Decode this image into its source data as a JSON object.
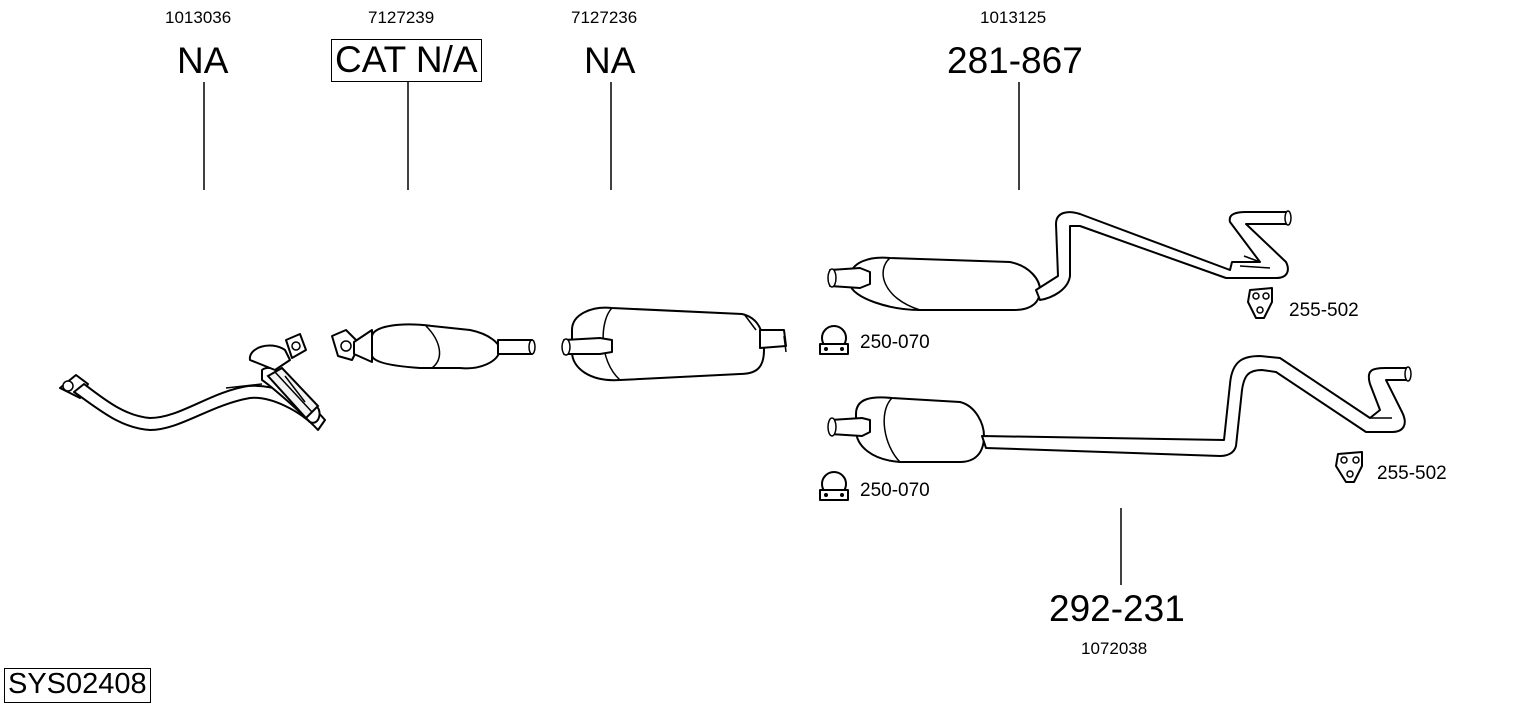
{
  "diagram": {
    "system_id": "SYS02408",
    "parts": [
      {
        "ref": "1013036",
        "label": "NA"
      },
      {
        "ref": "7127239",
        "label": "CAT N/A"
      },
      {
        "ref": "7127236",
        "label": "NA"
      },
      {
        "ref": "1013125",
        "label": "281-867"
      },
      {
        "ref": "1072038",
        "label": "292-231"
      }
    ],
    "accessories": [
      {
        "code": "250-070"
      },
      {
        "code": "255-502"
      },
      {
        "code": "250-070"
      },
      {
        "code": "255-502"
      }
    ]
  }
}
